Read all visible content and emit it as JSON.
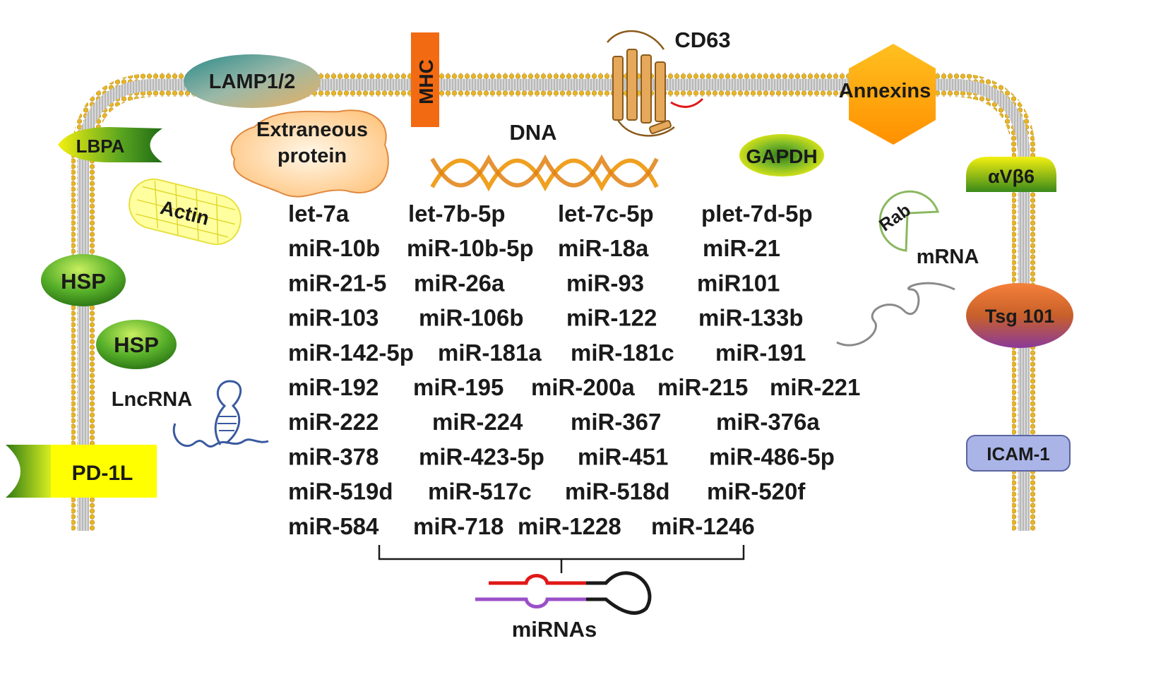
{
  "membrane_labels": {
    "lamp": "LAMP1/2",
    "mhc": "MHC",
    "cd63": "CD63",
    "annexins": "Annexins",
    "lbpa": "LBPA",
    "avb6": "αVβ6",
    "hsp_membrane": "HSP",
    "tsg101": "Tsg 101",
    "icam1": "ICAM-1",
    "pd1l": "PD-1L"
  },
  "cargo_labels": {
    "extraneous_protein_line1": "Extraneous",
    "extraneous_protein_line2": "protein",
    "dna": "DNA",
    "gapdh": "GAPDH",
    "actin": "Actin",
    "hsp_inner": "HSP",
    "lncrna": "LncRNA",
    "rab": "Rab",
    "mrna": "mRNA"
  },
  "mirna_rows": [
    [
      "let-7a",
      "let-7b-5p",
      "let-7c-5p",
      "plet-7d-5p"
    ],
    [
      "miR-10b",
      "miR-10b-5p",
      "miR-18a",
      "miR-21"
    ],
    [
      "miR-21-5",
      "miR-26a",
      "miR-93",
      "miR101"
    ],
    [
      "miR-103",
      "miR-106b",
      "miR-122",
      "miR-133b"
    ],
    [
      "miR-142-5p",
      "miR-181a",
      "miR-181c",
      "miR-191"
    ],
    [
      "miR-192",
      "miR-195",
      "miR-200a",
      "miR-215",
      "miR-221"
    ],
    [
      "miR-222",
      "miR-224",
      "miR-367",
      "miR-376a"
    ],
    [
      "miR-378",
      "miR-423-5p",
      "miR-451",
      "miR-486-5p"
    ],
    [
      "miR-519d",
      "miR-517c",
      "miR-518d",
      "miR-520f"
    ],
    [
      "miR-584",
      "miR-718",
      "miR-1228",
      "miR-1246"
    ]
  ],
  "mirnas_label": "miRNAs",
  "colors": {
    "membrane_gold": "#e8b528",
    "membrane_grey": "#9a9a9a",
    "mhc_orange": "#f26a12",
    "annexin_orange": "#ffa810",
    "hsp_green": "#4aa51e",
    "pd1l_yellow": "#ffff00",
    "icam_blue": "#aab4e6",
    "tsg_top": "#f07a3c",
    "tsg_bottom": "#8a3a9a",
    "mirna_red": "#e01818",
    "mirna_purple": "#9a50c8"
  }
}
